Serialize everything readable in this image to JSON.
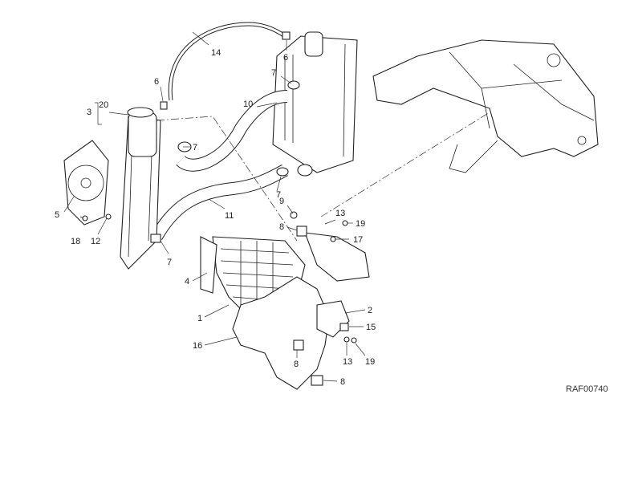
{
  "diagram": {
    "code": "RAF00740",
    "labels": {
      "l14": "14",
      "l6a": "6",
      "l6b": "6",
      "l7a": "7",
      "l20": "20",
      "l3": "3",
      "l10": "10",
      "l7b": "7",
      "l7c": "7",
      "l5": "5",
      "l18": "18",
      "l12": "12",
      "l11": "11",
      "l9": "9",
      "l8a": "8",
      "l13a": "13",
      "l19a": "19",
      "l17": "17",
      "l7d": "7",
      "l4": "4",
      "l1": "1",
      "l2": "2",
      "l15": "15",
      "l16": "16",
      "l8b": "8",
      "l13b": "13",
      "l19b": "19",
      "l8c": "8"
    }
  }
}
